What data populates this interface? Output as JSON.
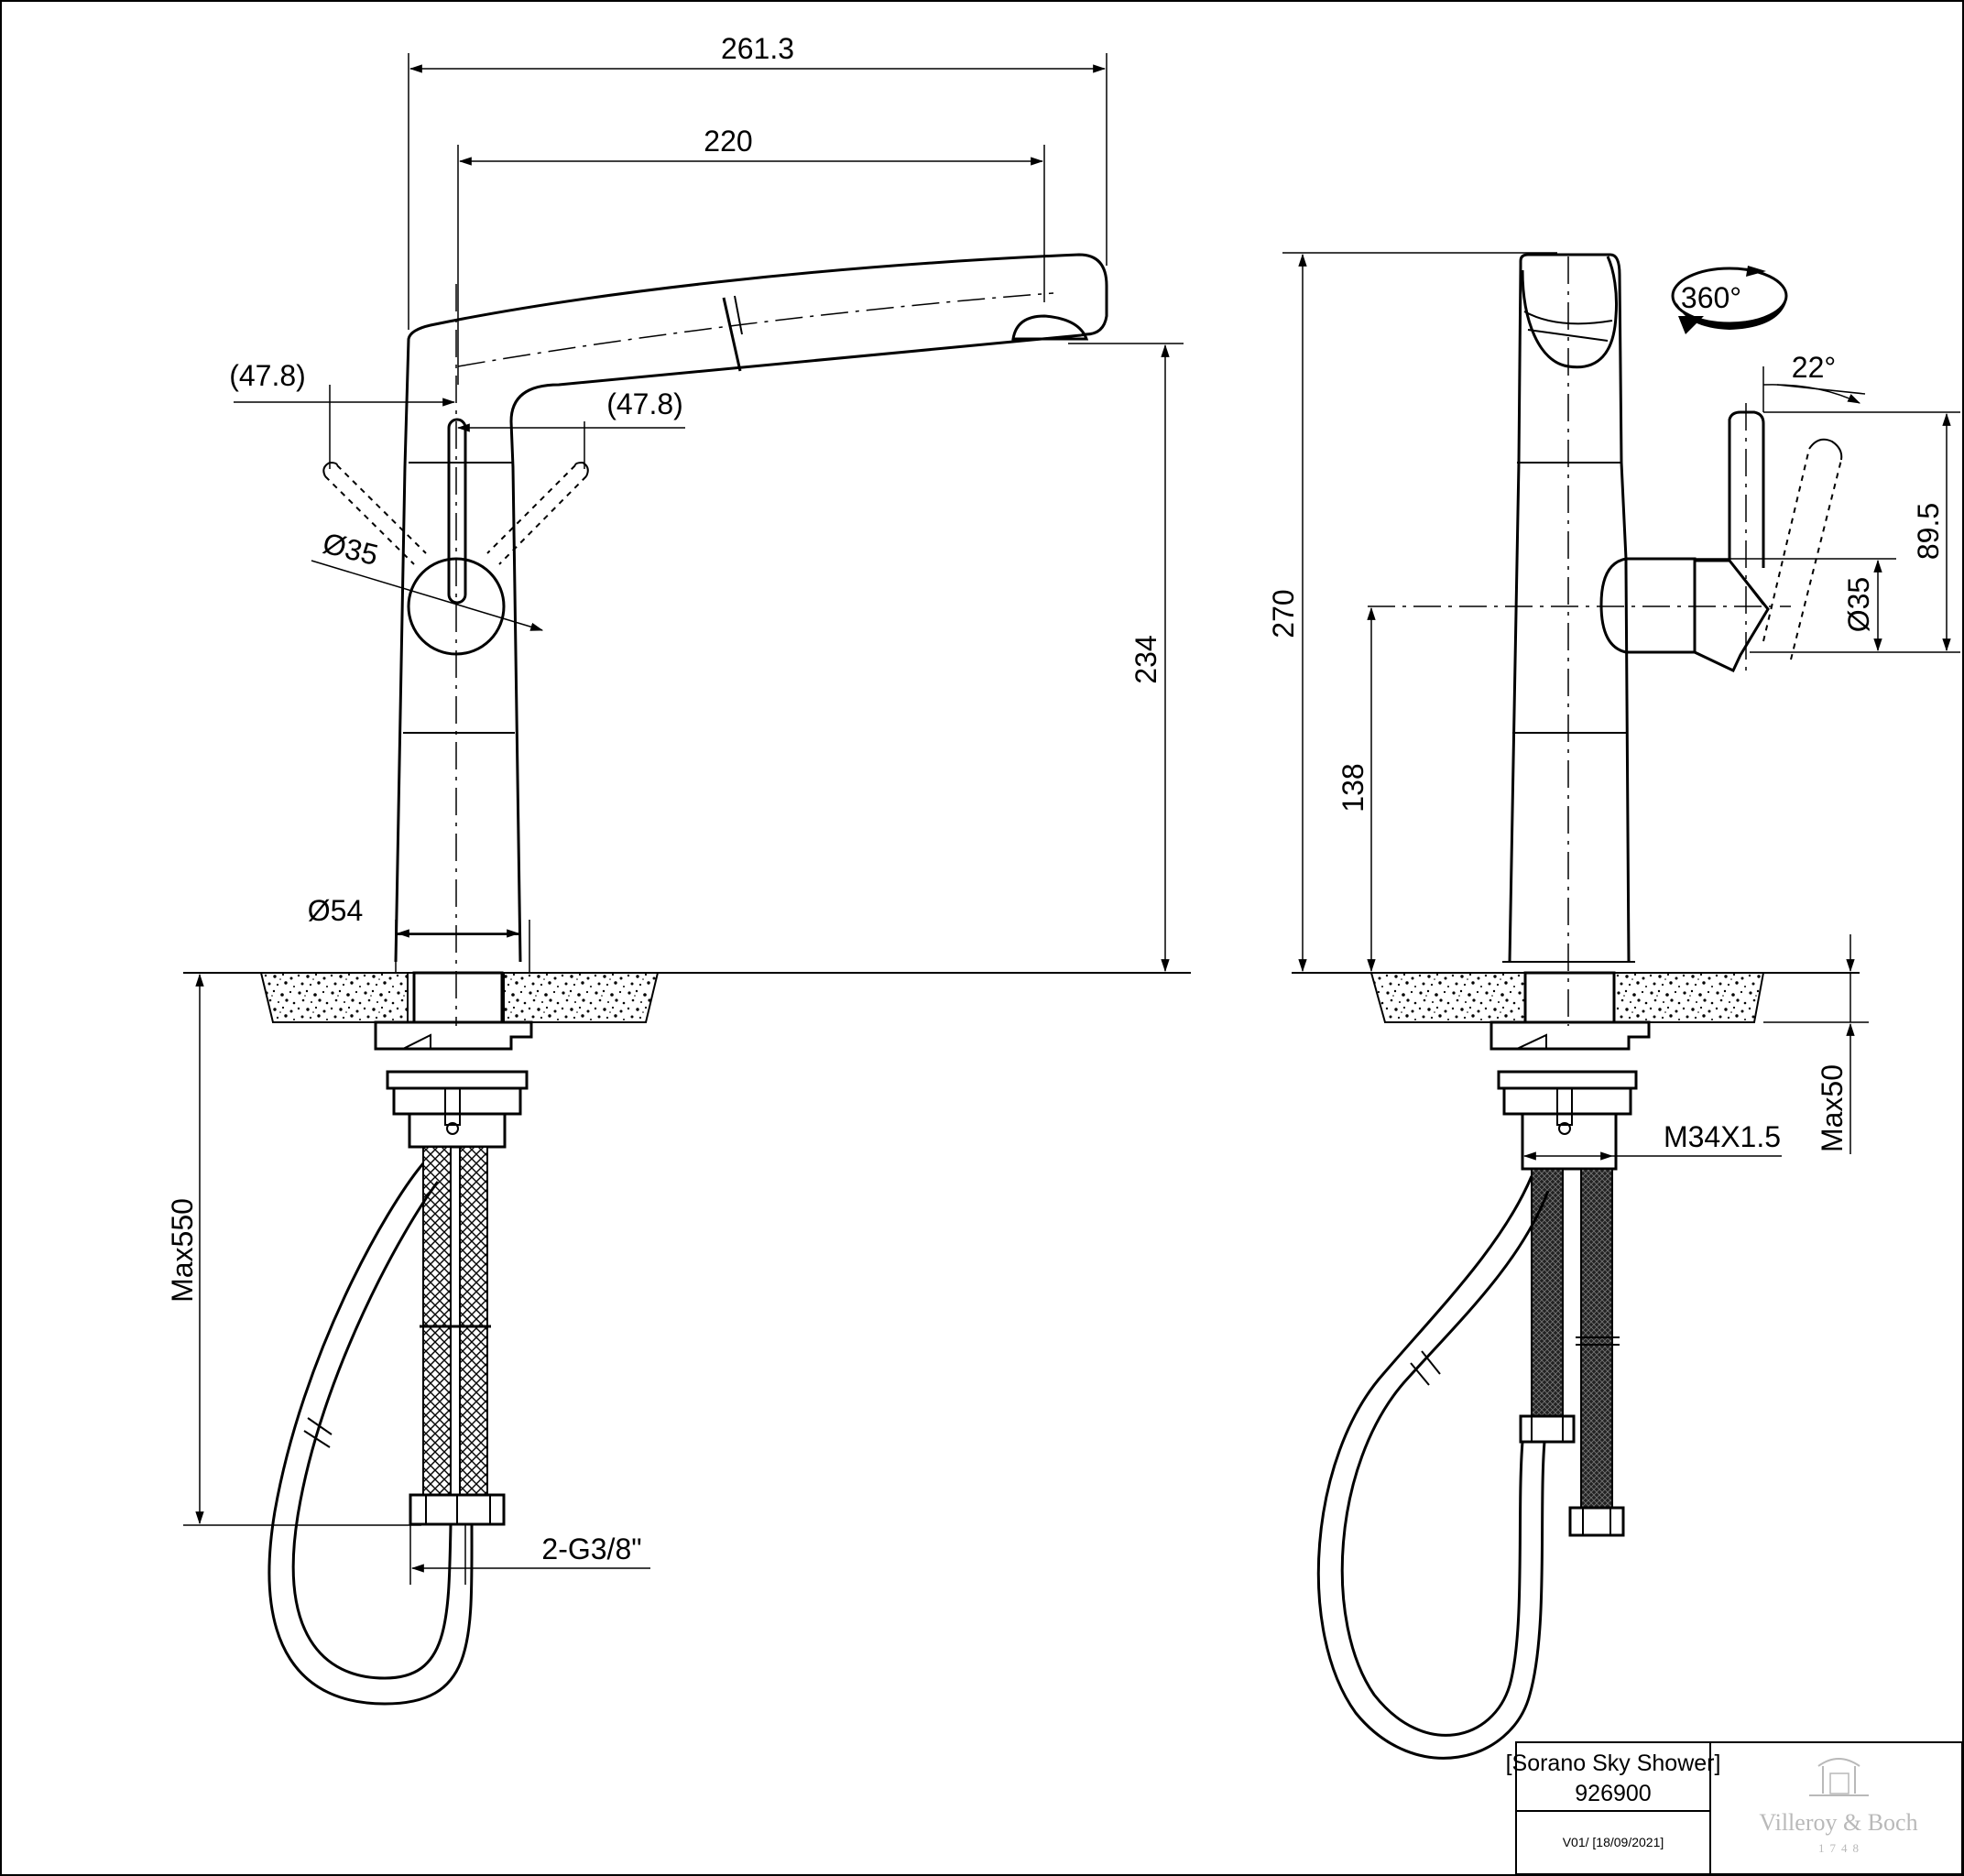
{
  "front_view": {
    "width_overall": "261.3",
    "reach": "220",
    "lever_left": "(47.8)",
    "lever_right": "(47.8)",
    "lever_diameter": "Ø35",
    "height_spout": "234",
    "base_diameter": "Ø54",
    "hose_length": "Max550",
    "connection": "2-G3/8\""
  },
  "side_view": {
    "height_total": "270",
    "rotation": "360°",
    "lever_angle": "22°",
    "lever_height": "89.5",
    "lever_diameter": "Ø35",
    "lever_axis_height": "138",
    "thread": "M34X1.5",
    "counter_thickness": "Max50"
  },
  "title_block": {
    "product_name": "[Sorano Sky Shower]",
    "article_number": "926900",
    "version": "V01/ [18/09/2021]",
    "logo_text": "Villeroy & Boch",
    "logo_year": "1748"
  },
  "icons": {
    "rotation": "rotation-arrow-icon",
    "logo": "villeroy-boch-logo-icon"
  }
}
